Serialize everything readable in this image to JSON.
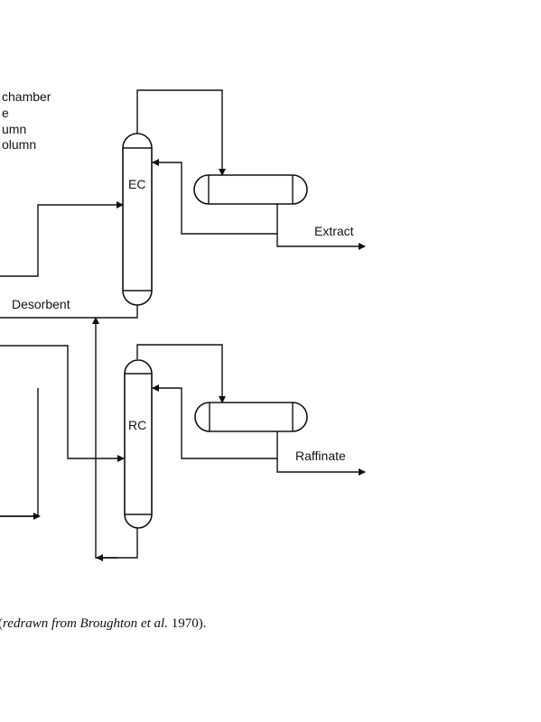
{
  "legend": {
    "lines": [
      "chamber",
      "e",
      "umn",
      "olumn"
    ]
  },
  "units": {
    "extract_column": "EC",
    "raffinate_column": "RC"
  },
  "streams": {
    "extract": "Extract",
    "raffinate": "Raffinate",
    "desorbent": "Desorbent"
  },
  "caption": {
    "prefix": "(",
    "italic_a": "redrawn from Broughton",
    "italic_b": "et al.",
    "suffix": " 1970)."
  }
}
